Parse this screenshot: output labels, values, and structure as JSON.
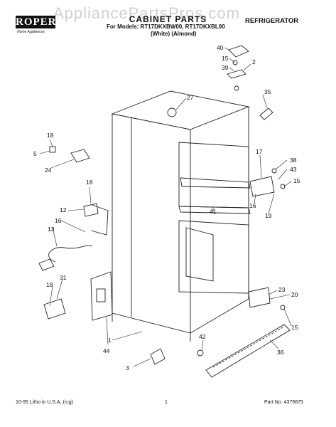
{
  "header": {
    "watermark": "AppliancePartsPros.com",
    "brand": "ROPER",
    "brand_tagline": "Home Appliances",
    "title": "CABINET PARTS",
    "models": "For Models: RT17DKXBW00, RT17DKXBL00",
    "colors": "(White)  (Almond)",
    "category": "REFRIGERATOR"
  },
  "callouts": [
    "40",
    "15",
    "39",
    "2",
    "27",
    "35",
    "18",
    "5",
    "24",
    "17",
    "38",
    "43",
    "15",
    "18",
    "12",
    "41",
    "16",
    "19",
    "16",
    "13",
    "31",
    "18",
    "23",
    "20",
    "15",
    "1",
    "44",
    "42",
    "36",
    "3"
  ],
  "footer": {
    "left": "10-95  Litho in U.S.A. (rcg)",
    "page": "1",
    "right": "Part No. 4379875"
  }
}
